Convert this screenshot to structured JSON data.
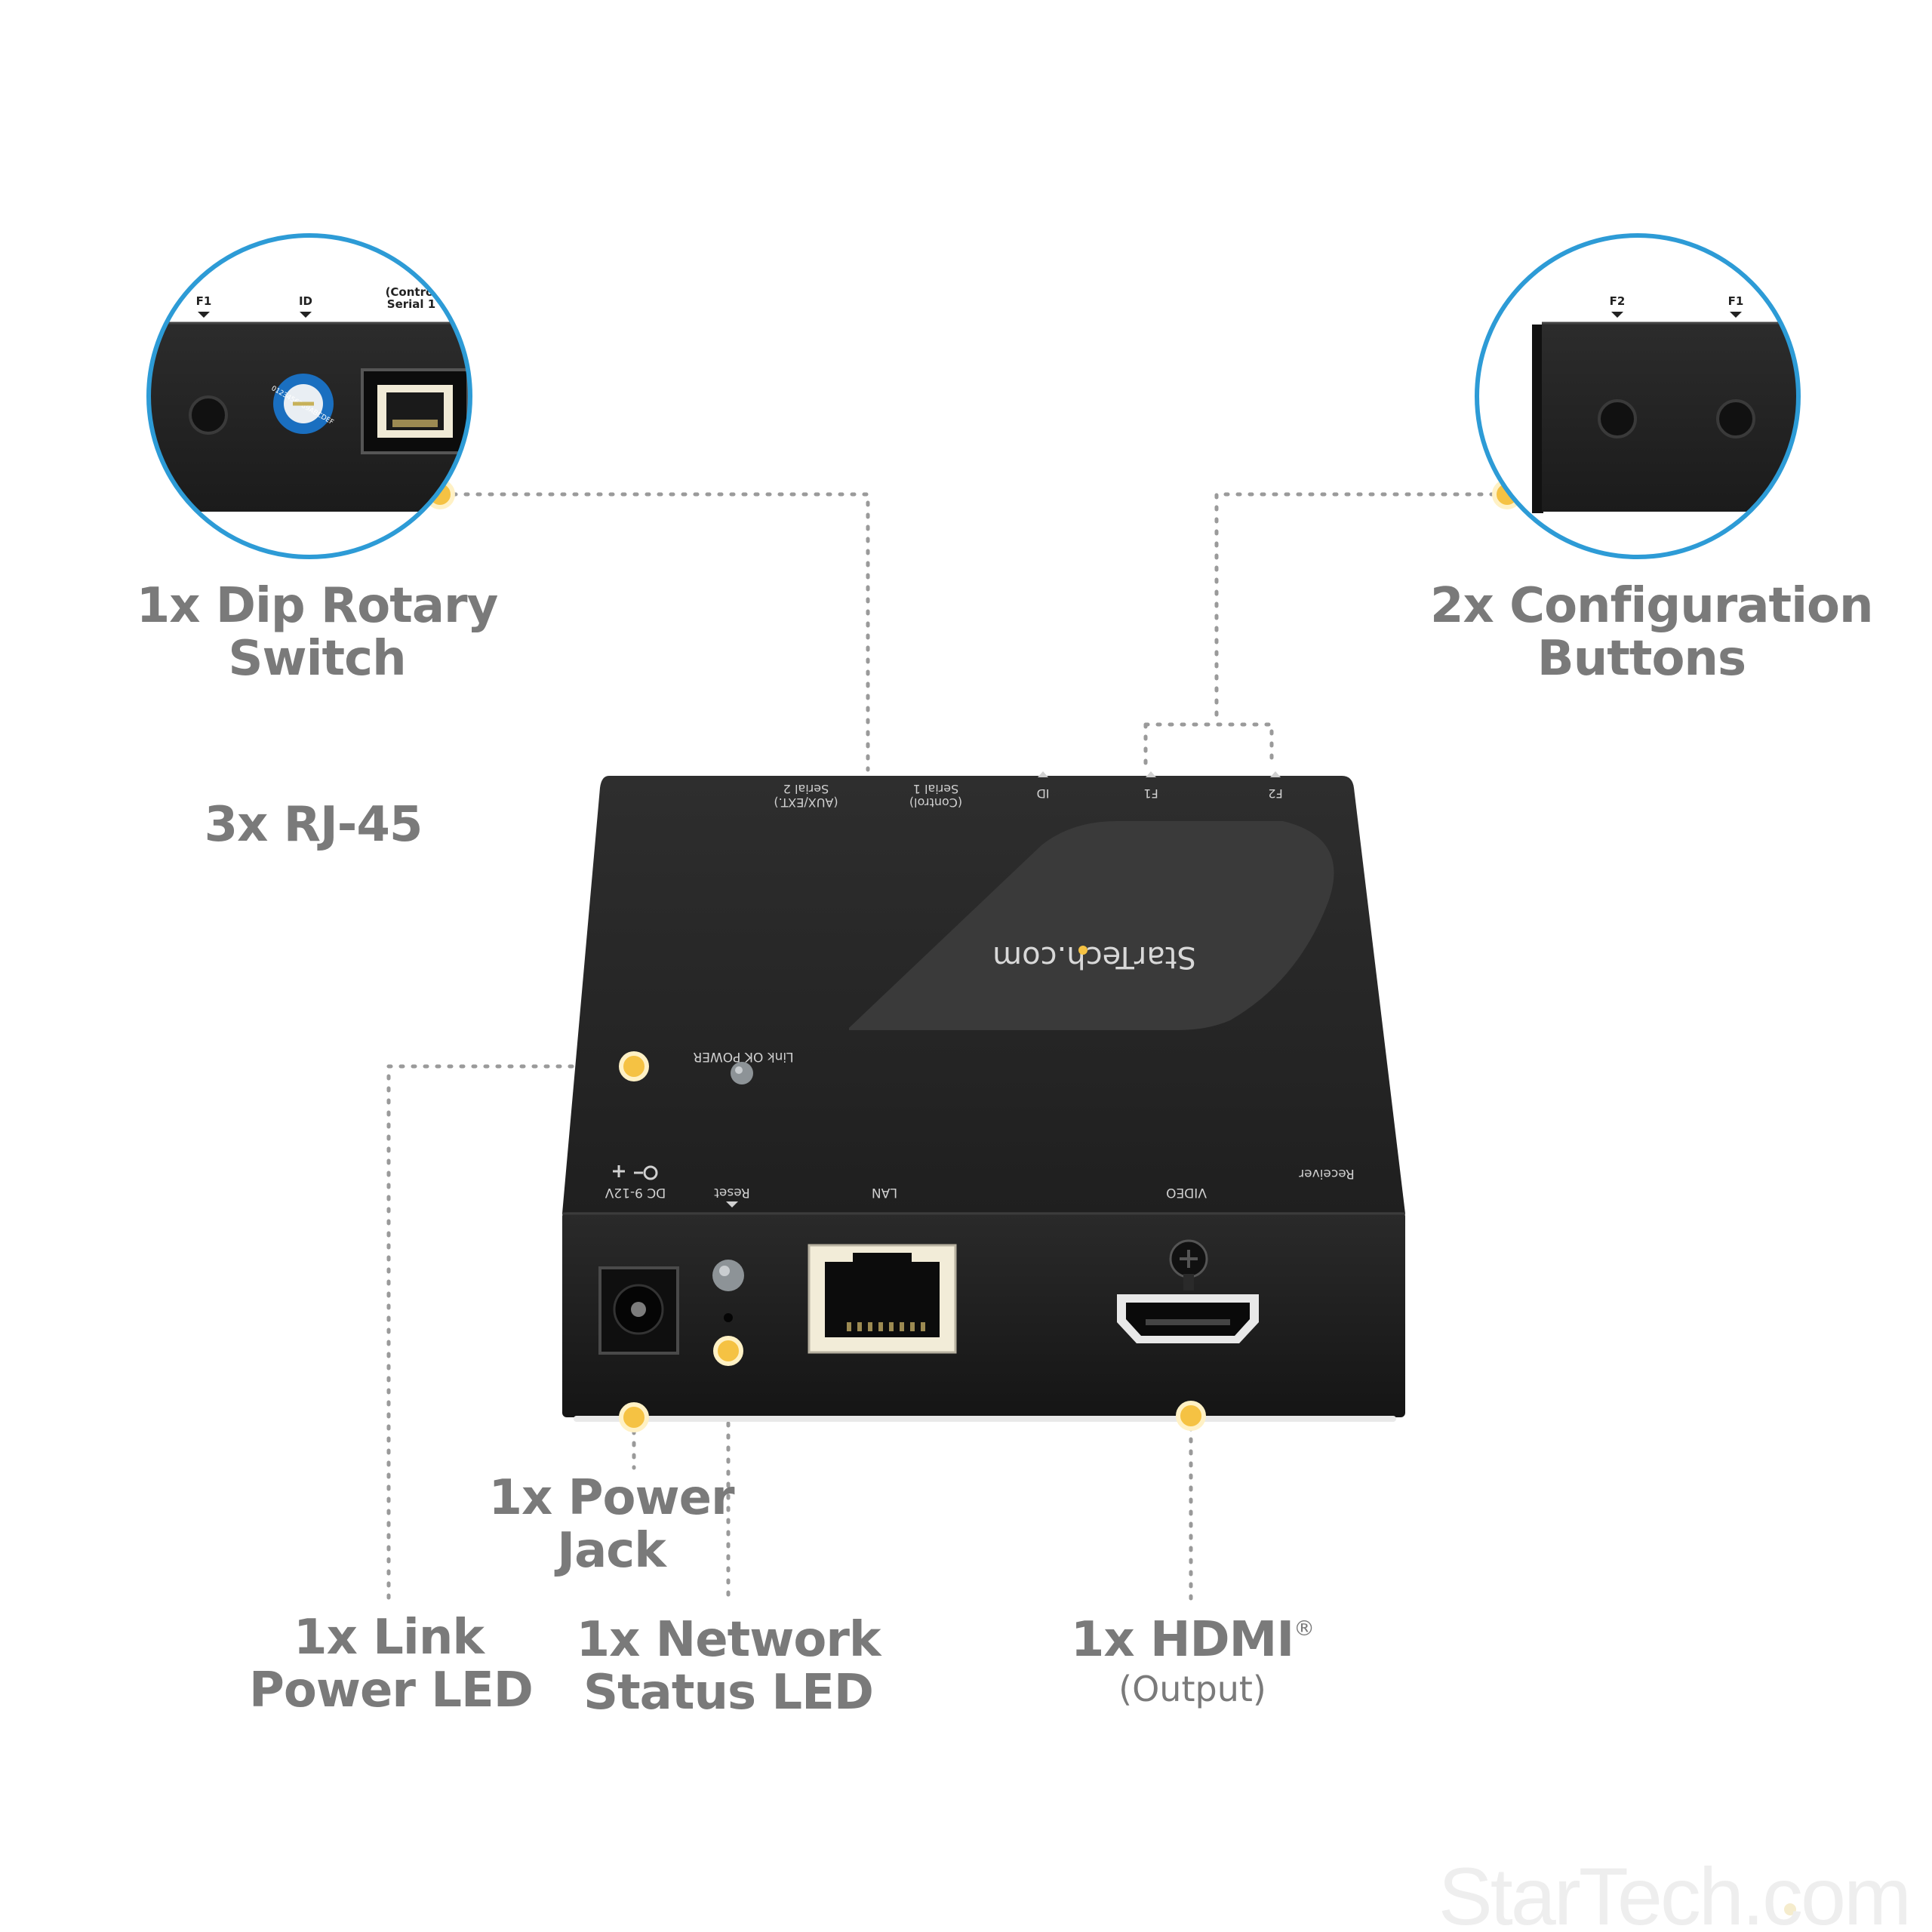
{
  "callouts": {
    "rotary_switch": {
      "line1": "1x Dip Rotary",
      "line2": "Switch"
    },
    "config_buttons": {
      "line1": "2x Configuration",
      "line2": "Buttons"
    },
    "rj45": {
      "line1": "3x RJ-45"
    },
    "power_jack": {
      "line1": "1x Power",
      "line2": "Jack"
    },
    "link_led": {
      "line1": "1x Link",
      "line2": "Power LED"
    },
    "network_led": {
      "line1": "1x Network",
      "line2": "Status LED"
    },
    "hdmi": {
      "line1": "1x HDMI",
      "mark": "®",
      "line2": "(Output)"
    }
  },
  "device": {
    "logo": "StarTech.com",
    "top_labels": {
      "serial2": "Serial 2",
      "serial2_sub": "(AUX/EXT.)",
      "serial1": "Serial 1",
      "serial1_sub": "(Control)",
      "id": "ID",
      "f1": "F1",
      "f2": "F2"
    },
    "led_label": "Link OK  POWER",
    "front_labels": {
      "dc": "DC 9-12V",
      "reset": "Reset",
      "lan": "LAN",
      "video": "VIDEO",
      "receiver": "Receiver"
    }
  },
  "zoom_left": {
    "labels": {
      "f1": "F1",
      "id": "ID",
      "control": "(Control",
      "serial": "Serial 1"
    },
    "dial": "0123456789ABCDEF"
  },
  "zoom_right": {
    "labels": {
      "f2": "F2",
      "f1": "F1"
    }
  },
  "watermark": "StarTech.com",
  "colors": {
    "accent_dot": "#f5c243",
    "zoom_ring": "#2d9bd6",
    "device_body": "#262626",
    "callout_text": "#7a7a7a"
  }
}
